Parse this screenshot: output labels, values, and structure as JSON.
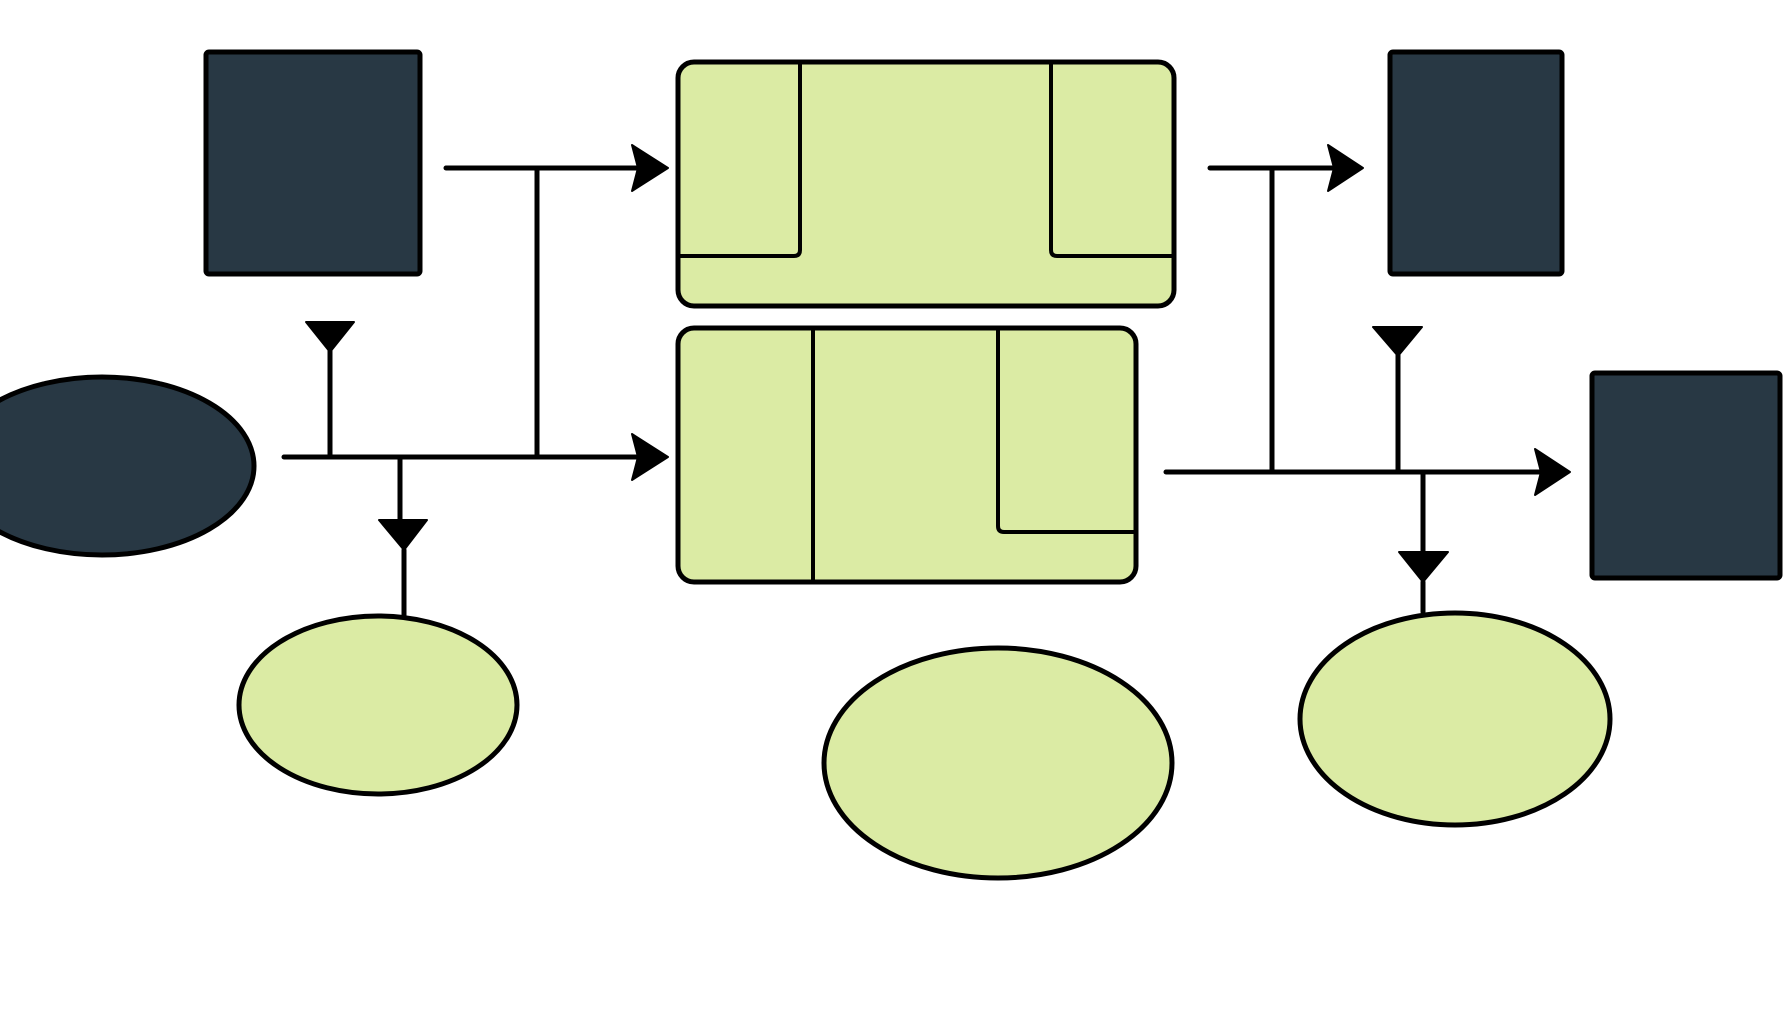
{
  "colors": {
    "dark_fill": "#283844",
    "light_fill": "#dbeba4",
    "outline": "#000000",
    "background": "#ffffff"
  },
  "diagram": {
    "nodes": [
      {
        "id": "dark-square-top-left",
        "shape": "rectangle",
        "fill": "dark"
      },
      {
        "id": "green-panel-top",
        "shape": "rounded-rectangle",
        "fill": "light"
      },
      {
        "id": "dark-square-top-right",
        "shape": "rectangle",
        "fill": "dark"
      },
      {
        "id": "dark-ellipse-left",
        "shape": "ellipse",
        "fill": "dark"
      },
      {
        "id": "green-panel-middle",
        "shape": "rounded-rectangle",
        "fill": "light"
      },
      {
        "id": "dark-square-right",
        "shape": "rectangle",
        "fill": "dark"
      },
      {
        "id": "green-ellipse-left",
        "shape": "ellipse",
        "fill": "light"
      },
      {
        "id": "green-ellipse-center",
        "shape": "ellipse",
        "fill": "light"
      },
      {
        "id": "green-ellipse-right",
        "shape": "ellipse",
        "fill": "light"
      }
    ],
    "connectors": [
      {
        "from": "dark-ellipse-left",
        "to": "green-panel-middle",
        "style": "arrow"
      },
      {
        "from": "dark-ellipse-left",
        "to": "green-panel-top",
        "style": "arrow"
      },
      {
        "from": "dark-ellipse-left",
        "to": "green-ellipse-left",
        "style": "arrow"
      },
      {
        "from": "green-panel-middle",
        "to": "dark-square-right",
        "style": "arrow"
      },
      {
        "from": "green-panel-middle",
        "to": "dark-square-top-right",
        "style": "arrow"
      },
      {
        "from": "green-panel-middle",
        "to": "green-ellipse-right",
        "style": "arrow"
      }
    ]
  }
}
